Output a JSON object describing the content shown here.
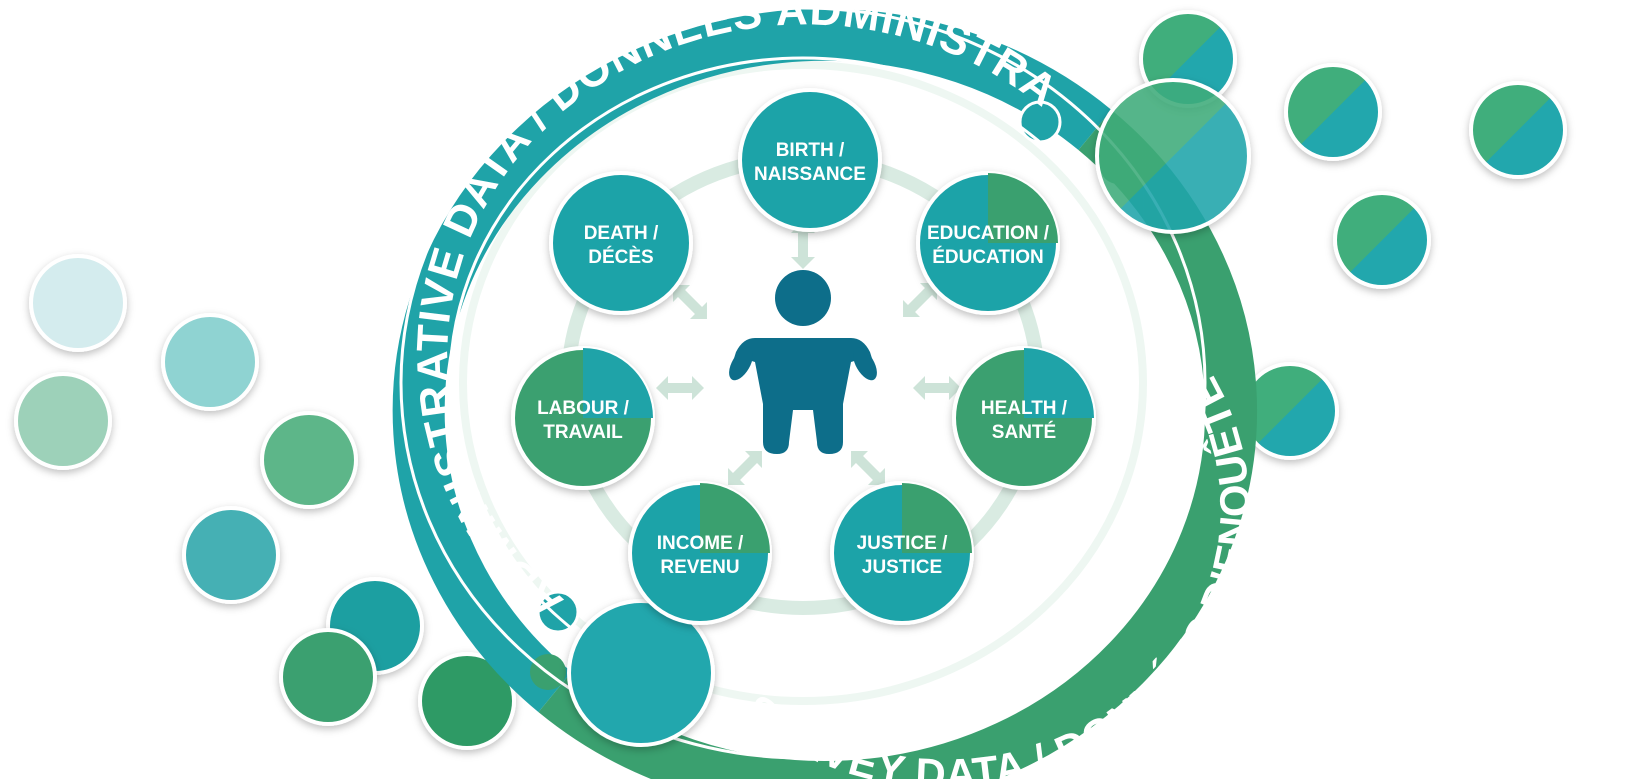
{
  "ring": {
    "admin_label": "ADMINISTRATIVE DATA / DONNÉES ADMINISTRATIVES",
    "survey_label": "SURVEY DATA / DONNÉES D'ENQUÊTE"
  },
  "center": {
    "icon": "person-icon"
  },
  "nodes": [
    {
      "id": "birth",
      "line1": "BIRTH /",
      "line2": "NAISSANCE"
    },
    {
      "id": "education",
      "line1": "EDUCATION /",
      "line2": "ÉDUCATION"
    },
    {
      "id": "health",
      "line1": "HEALTH /",
      "line2": "SANTÉ"
    },
    {
      "id": "justice",
      "line1": "JUSTICE /",
      "line2": "JUSTICE"
    },
    {
      "id": "income",
      "line1": "INCOME /",
      "line2": "REVENU"
    },
    {
      "id": "labour",
      "line1": "LABOUR /",
      "line2": "TRAVAIL"
    },
    {
      "id": "death",
      "line1": "DEATH /",
      "line2": "DÉCÈS"
    }
  ],
  "colors": {
    "teal": "#1fa3a8",
    "green": "#3aa06f",
    "person": "#0d6e8a",
    "arrow": "#cde3d8",
    "inner_ring": "#d9ebe2"
  }
}
